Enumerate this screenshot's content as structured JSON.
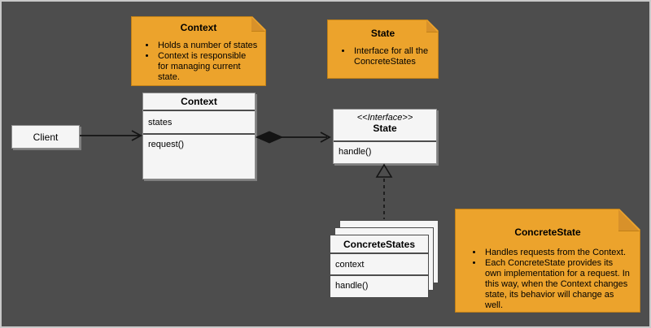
{
  "diagram": {
    "kind": "UML State design pattern"
  },
  "notes": {
    "context": {
      "title": "Context",
      "bullets": [
        "Holds a number of states",
        "Context is responsible for managing current state."
      ]
    },
    "state": {
      "title": "State",
      "bullets": [
        "Interface for all the ConcreteStates"
      ]
    },
    "concrete_state": {
      "title": "ConcreteState",
      "bullets": [
        "Handles requests from the Context.",
        "Each ConcreteState provides its own implementation for a request. In this way, when the Context changes state, its behavior will change as well."
      ]
    }
  },
  "classes": {
    "client": {
      "name": "Client"
    },
    "context": {
      "name": "Context",
      "attributes": [
        "states"
      ],
      "methods": [
        "request()"
      ]
    },
    "state": {
      "stereotype": "<<Interface>>",
      "name": "State",
      "methods": [
        "handle()"
      ]
    },
    "concrete_states": {
      "name": "ConcreteStates",
      "attributes": [
        "context"
      ],
      "methods": [
        "handle()"
      ]
    }
  },
  "colors": {
    "bg": "#4D4D4D",
    "frame": "#C9C9C9",
    "note_fill": "#ECA32C",
    "note_border": "#C28117",
    "note_fold": "#D8912A",
    "box_fill": "#F5F5F5",
    "box_border": "#8F8F8F",
    "box_divider": "#4D4D4D",
    "stack_border": "#4A4A4A",
    "line": "#141414",
    "text": "#000000"
  }
}
